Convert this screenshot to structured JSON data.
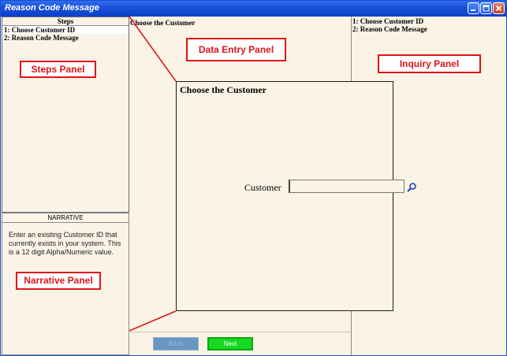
{
  "window": {
    "title": "Reason Code Message"
  },
  "steps": {
    "header": "Steps",
    "items": [
      {
        "label": "1: Choose Customer ID",
        "active": true
      },
      {
        "label": "2: Reason Code Message",
        "active": false
      }
    ]
  },
  "narrative": {
    "header": "NARRATIVE",
    "text": "Enter an existing Customer ID that currently exists in your system. This is a 12 digit Alpha/Numeric value."
  },
  "data_entry": {
    "title": "Choose the Customer"
  },
  "inquiry": {
    "items": [
      "1: Choose Customer ID",
      "2: Reason Code Message"
    ]
  },
  "dialog": {
    "title": "Choose the Customer",
    "customer_label": "Customer",
    "customer_value": ""
  },
  "buttons": {
    "back_label": "Back",
    "next_label": "Next"
  },
  "annotations": {
    "steps": "Steps Panel",
    "data_entry": "Data Entry Panel",
    "inquiry": "Inquiry Panel",
    "narrative": "Narrative Panel"
  },
  "colors": {
    "panel_bg": "#fbf3e6",
    "titlebar": "#1c53d8",
    "annotation": "#e0141b",
    "next_button": "#18d824",
    "back_button": "#6a97c2"
  },
  "icons": {
    "search": "search-icon",
    "minimize": "minimize-icon",
    "maximize": "maximize-icon",
    "close": "close-icon"
  }
}
